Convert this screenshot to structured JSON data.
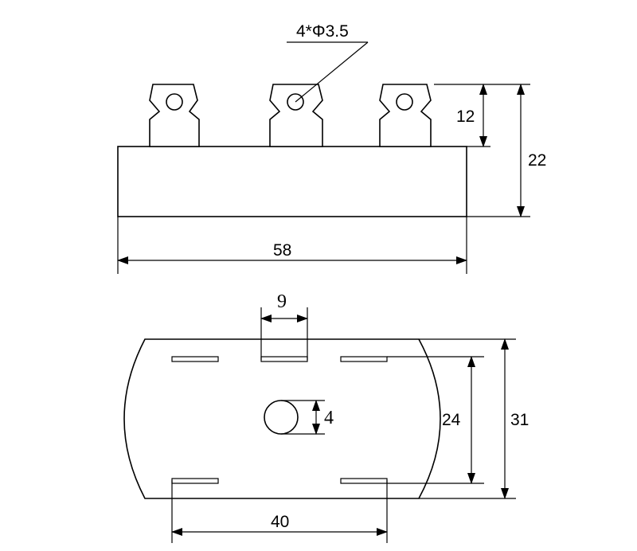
{
  "side_view": {
    "hole_callout": "4*Φ3.5",
    "terminal_height": "12",
    "total_height": "22",
    "body_length": "58"
  },
  "top_view": {
    "terminal_width": "9",
    "center_hole": "4",
    "terminal_span": "24",
    "body_width": "31",
    "pin_pitch": "40"
  }
}
